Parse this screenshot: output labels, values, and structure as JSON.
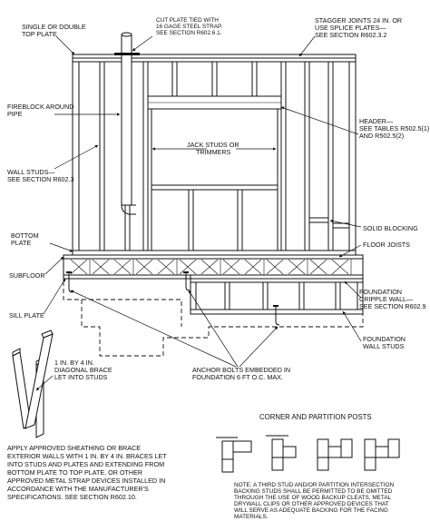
{
  "labels": {
    "top_plate": [
      "SINGLE OR DOUBLE",
      "TOP PLATE"
    ],
    "cut_plate": [
      "CUT PLATE TIED WITH",
      "16 GAGE STEEL STRAP.",
      "SEE SECTION R602.6.1."
    ],
    "stagger_joints": [
      "STAGGER JOINTS 24 IN. OR",
      "USE SPLICE PLATES—",
      "SEE SECTION R602.3.2"
    ],
    "fireblock": [
      "FIREBLOCK AROUND",
      "PIPE"
    ],
    "header": [
      "HEADER—",
      "SEE TABLES R502.5(1)",
      "AND R502.5(2)"
    ],
    "jack_studs": [
      "JACK STUDS OR",
      "TRIMMERS"
    ],
    "wall_studs": [
      "WALL STUDS—",
      "SEE SECTION R602.3"
    ],
    "bottom_plate": [
      "BOTTOM",
      "PLATE"
    ],
    "solid_blocking": "SOLID BLOCKING",
    "subfloor": "SUBFLOOR",
    "floor_joists": "FLOOR JOISTS",
    "foundation_cripple": [
      "FOUNDATION",
      "CRIPPLE WALL—",
      "SEE SECTION R602.9"
    ],
    "sill_plate": "SILL PLATE",
    "foundation_wall_studs": [
      "FOUNDATION",
      "WALL STUDS"
    ],
    "diagonal_brace": [
      "1 IN. BY 4 IN.",
      "DIAGONAL BRACE",
      "LET INTO STUDS"
    ],
    "anchor_bolts": [
      "ANCHOR BOLTS EMBEDDED IN",
      "FOUNDATION 6 FT O.C. MAX."
    ],
    "corner_posts_title": "CORNER AND PARTITION POSTS",
    "sheathing_note": [
      "APPLY APPROVED SHEATHING OR BRACE",
      "EXTERIOR WALLS WITH 1 IN. BY 4 IN. BRACES LET",
      "INTO STUDS AND PLATES AND EXTENDING FROM",
      "BOTTOM PLATE TO TOP PLATE, OR OTHER",
      "APPROVED METAL STRAP DEVICES INSTALLED IN",
      "ACCORDANCE WITH THE MANUFACTURER'S",
      "SPECIFICATIONS. SEE SECTION R602.10."
    ],
    "third_stud_note": [
      "NOTE: A THIRD STUD AND/OR PARTITION INTERSECTION",
      "BACKING STUDS SHALL BE PERMITTED TO BE OMITTED",
      "THROUGH THE USE OF WOOD BACKUP CLEATS, METAL",
      "DRYWALL CLIPS OR OTHER APPROVED DEVICES THAT",
      "WILL SERVE AS ADEQUATE BACKING FOR THE FACING",
      "MATERIALS."
    ]
  }
}
